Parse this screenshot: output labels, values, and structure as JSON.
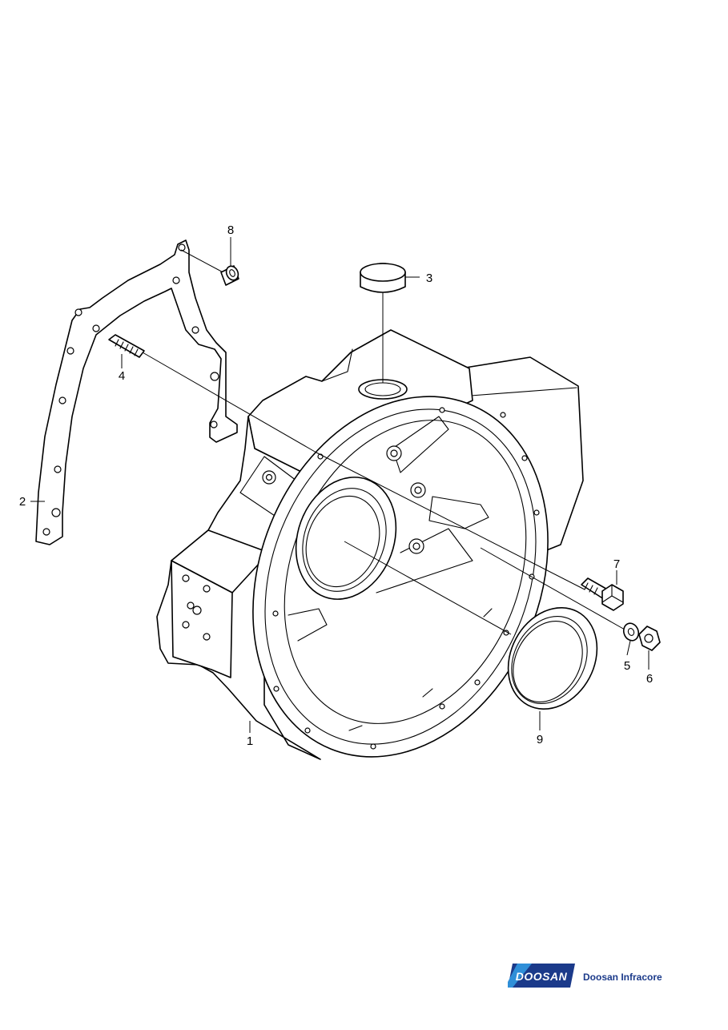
{
  "callouts": [
    {
      "id": "1",
      "text": "1"
    },
    {
      "id": "2",
      "text": "2"
    },
    {
      "id": "3",
      "text": "3"
    },
    {
      "id": "4",
      "text": "4"
    },
    {
      "id": "5",
      "text": "5"
    },
    {
      "id": "6",
      "text": "6"
    },
    {
      "id": "7",
      "text": "7"
    },
    {
      "id": "8",
      "text": "8"
    },
    {
      "id": "9",
      "text": "9"
    }
  ],
  "brand": {
    "logo_text": "DOOSAN",
    "company_name": "Doosan Infracore",
    "primary_color": "#1b3a8a",
    "accent_color": "#2f8fd8"
  }
}
